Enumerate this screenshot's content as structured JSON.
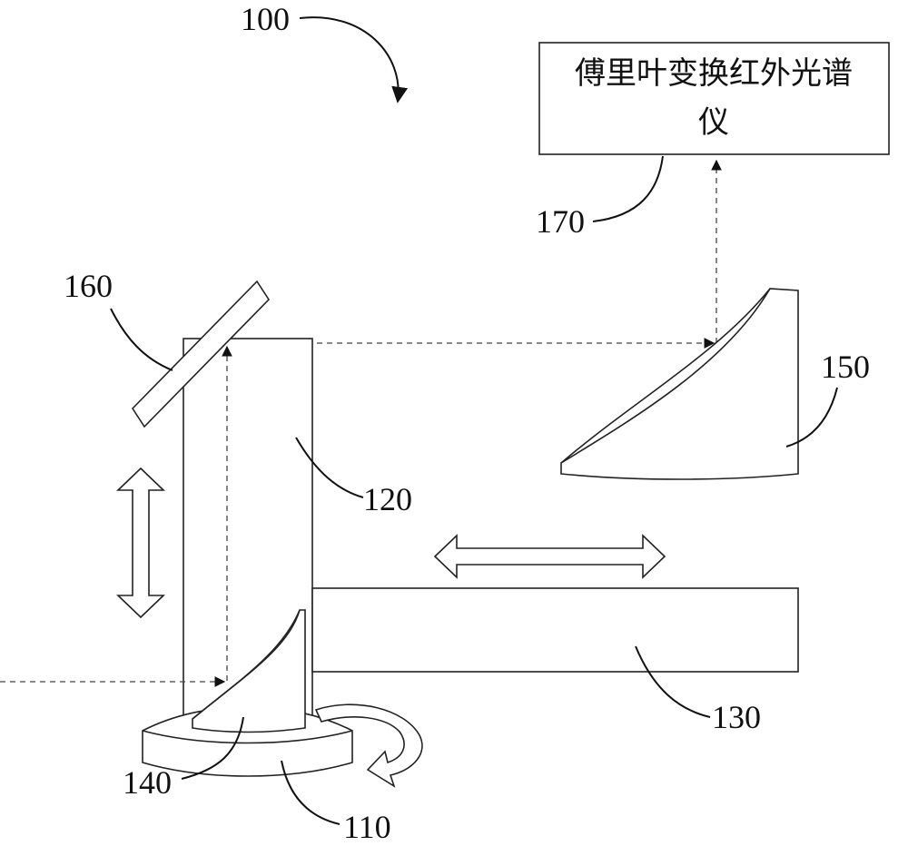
{
  "labels": {
    "system": "100",
    "base": "110",
    "column": "120",
    "arm": "130",
    "mirror_lower": "140",
    "mirror_upper": "150",
    "mirror_flat": "160",
    "spectrometer": "170"
  },
  "spectrometer_box": {
    "line1": "傅里叶变换红外光谱",
    "line2": "仪"
  },
  "colors": {
    "stroke": "#222222",
    "background": "#ffffff"
  }
}
